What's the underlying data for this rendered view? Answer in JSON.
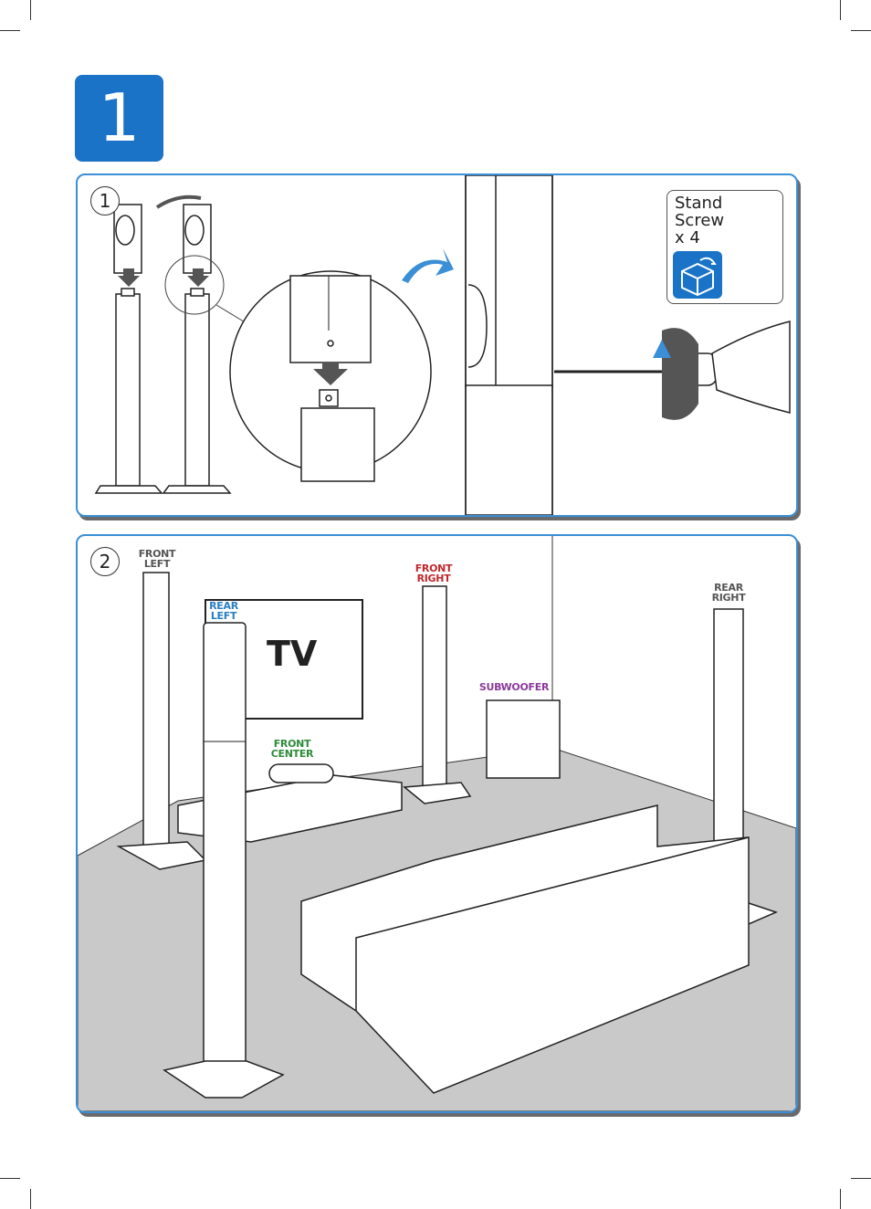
{
  "step": {
    "number": "1"
  },
  "panel1": {
    "substep": "1",
    "callout": {
      "text": "Stand\nScrew\nx 4",
      "icon": "box-icon"
    }
  },
  "panel2": {
    "substep": "2",
    "tv_label": "TV",
    "speakers": [
      {
        "label": "FRONT\nLEFT",
        "color": "#555555"
      },
      {
        "label": "FRONT\nRIGHT",
        "color": "#c0282d"
      },
      {
        "label": "REAR\nLEFT",
        "color": "#2a7ec0"
      },
      {
        "label": "REAR\nRIGHT",
        "color": "#555555"
      },
      {
        "label": "FRONT\nCENTER",
        "color": "#2e8b3a"
      },
      {
        "label": "SUBWOOFER",
        "color": "#8a3a9a"
      }
    ]
  },
  "colors": {
    "accent": "#1a73c6",
    "panel_border": "#3b8fd6",
    "floor": "#c9c9c9"
  }
}
